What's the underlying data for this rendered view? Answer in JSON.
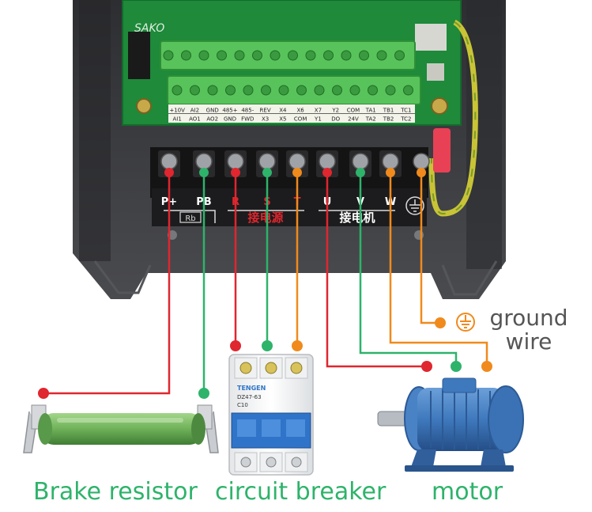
{
  "terminals": {
    "top_row": [
      "+10V",
      "AI2",
      "GND",
      "485+",
      "485-",
      "REV",
      "X4",
      "X6",
      "X7",
      "Y2",
      "COM",
      "TA1",
      "TB1",
      "TC1"
    ],
    "bottom_row": [
      "AI1",
      "AO1",
      "AO2",
      "GND",
      "FWD",
      "X3",
      "X5",
      "COM",
      "Y1",
      "DO",
      "24V",
      "TA2",
      "TB2",
      "TC2"
    ]
  },
  "power_terminals": [
    "P+",
    "PB",
    "R",
    "S",
    "T",
    "U",
    "V",
    "W"
  ],
  "labels": {
    "rb": "Rb",
    "input_power": "接电源",
    "motor_conn": "接电机"
  },
  "breaker": {
    "brand": "TENGEN",
    "model": "DZ47-63",
    "rating": "C10"
  },
  "captions": {
    "ground_line1": "ground",
    "ground_line2": "wire",
    "brake": "Brake resistor",
    "breaker": "circuit breaker",
    "motor": "motor"
  },
  "colors": {
    "red": "#e0262e",
    "green": "#2eb36b",
    "orange": "#f08a1c",
    "pcb": "#1e8a3a",
    "terminal_green": "#58c35b",
    "housing": "#3a3b3e"
  },
  "icons": [
    "ground-icon"
  ]
}
